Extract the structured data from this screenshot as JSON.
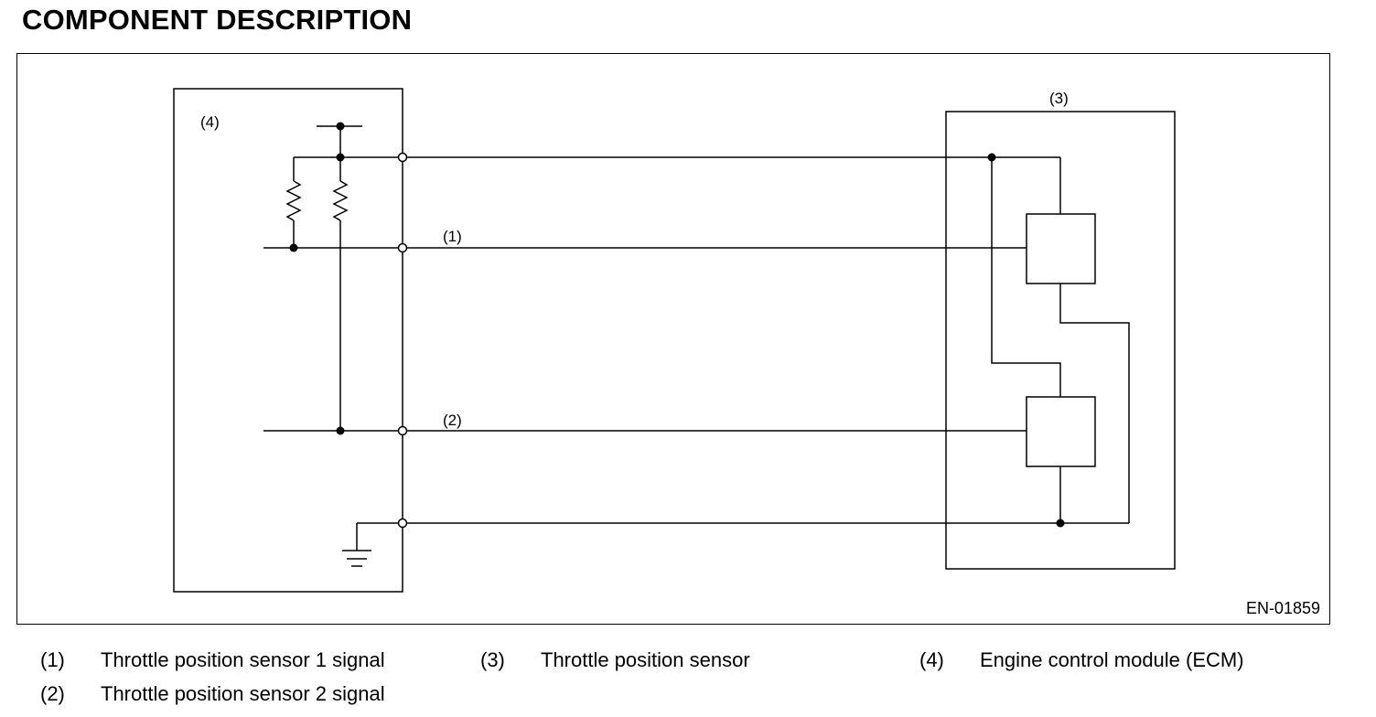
{
  "title": "COMPONENT DESCRIPTION",
  "diagram": {
    "labels": {
      "ecm": "(4)",
      "sensor": "(3)",
      "signal1": "(1)",
      "signal2": "(2)"
    },
    "figure_code": "EN-01859"
  },
  "legend": [
    {
      "number": "(1)",
      "text": "Throttle position sensor 1 signal"
    },
    {
      "number": "(3)",
      "text": "Throttle position sensor"
    },
    {
      "number": "(4)",
      "text": "Engine control module (ECM)"
    },
    {
      "number": "(2)",
      "text": "Throttle position sensor 2 signal"
    }
  ]
}
